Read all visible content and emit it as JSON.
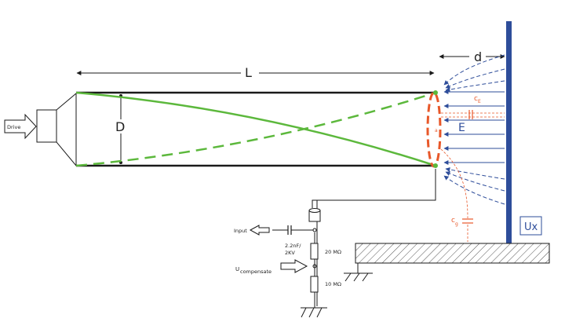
{
  "labels": {
    "length": "L",
    "diameter": "D",
    "distance": "d",
    "drive": "Drive",
    "cap_e_main": "c",
    "cap_e_sub": "E",
    "field": "E",
    "cap_g_main": "c",
    "cap_g_sub": "g",
    "surface_potential": "Ux",
    "input": "Input",
    "capacitor_value": "2.2nF/",
    "capacitor_voltage": "2KV",
    "resistor_top": "20 MΩ",
    "resistor_bottom": "10 MΩ",
    "compensate_main": "U",
    "compensate_sub": "compensate",
    "small_a": "a"
  },
  "colors": {
    "tube": "#1a1a1a",
    "mode": "#5cb83c",
    "tip": "#e8582a",
    "field": "#2e4d9a",
    "plate": "#2e4d9a",
    "hatch": "#555555"
  }
}
